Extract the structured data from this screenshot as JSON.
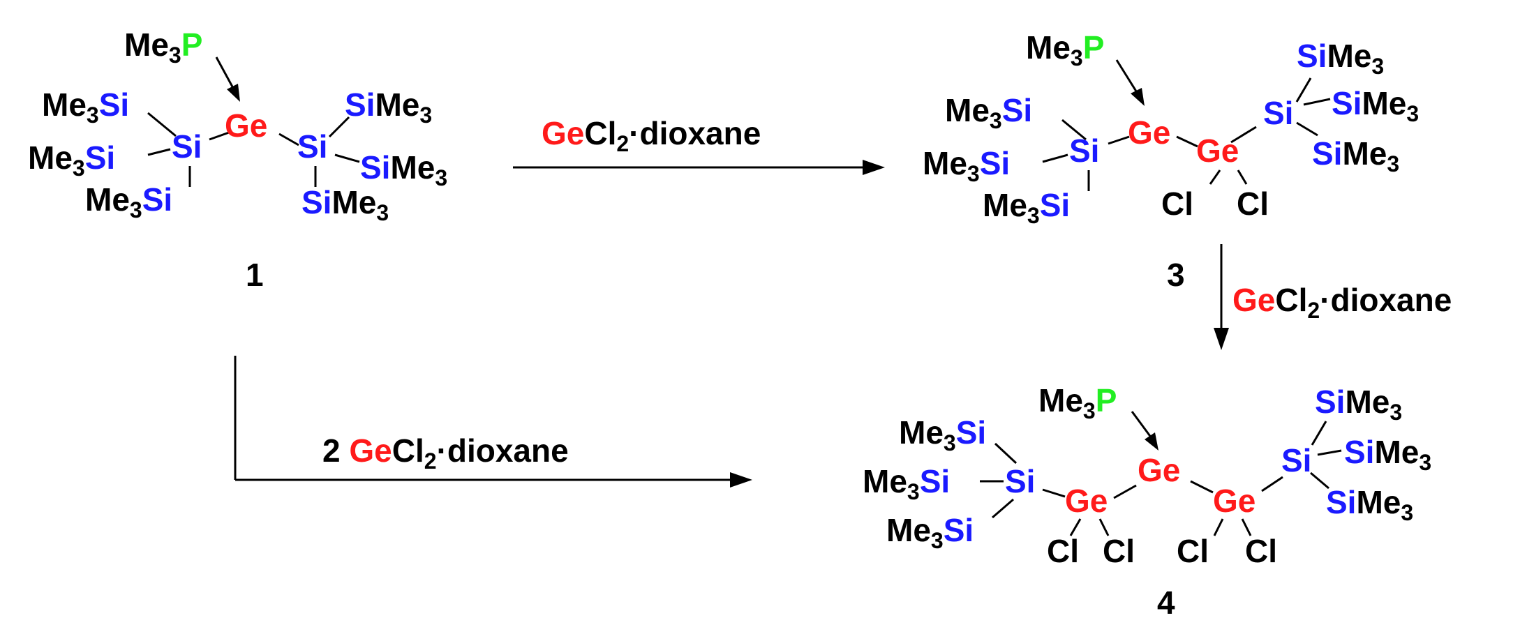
{
  "colors": {
    "ge": "#ff1a1a",
    "si": "#1a1aff",
    "p": "#22ee22",
    "cl": "#000000",
    "text": "#000000"
  },
  "text": {
    "me": "Me",
    "three": "3",
    "two": "2",
    "si": "Si",
    "ge": "Ge",
    "p": "P",
    "cl": "Cl",
    "reagent_rest": "Cl",
    "reagent_tail": "·dioxane",
    "reagent_prefix": "2 "
  },
  "compounds": [
    {
      "id": "compound-1",
      "number": "1"
    },
    {
      "id": "compound-3",
      "number": "3"
    },
    {
      "id": "compound-4",
      "number": "4"
    }
  ],
  "arrows": [
    {
      "id": "arrow-1-to-3",
      "reagent": "GeCl2·dioxane"
    },
    {
      "id": "arrow-3-to-4",
      "reagent": "GeCl2·dioxane"
    },
    {
      "id": "arrow-1-to-4",
      "reagent": "2 GeCl2·dioxane"
    }
  ]
}
